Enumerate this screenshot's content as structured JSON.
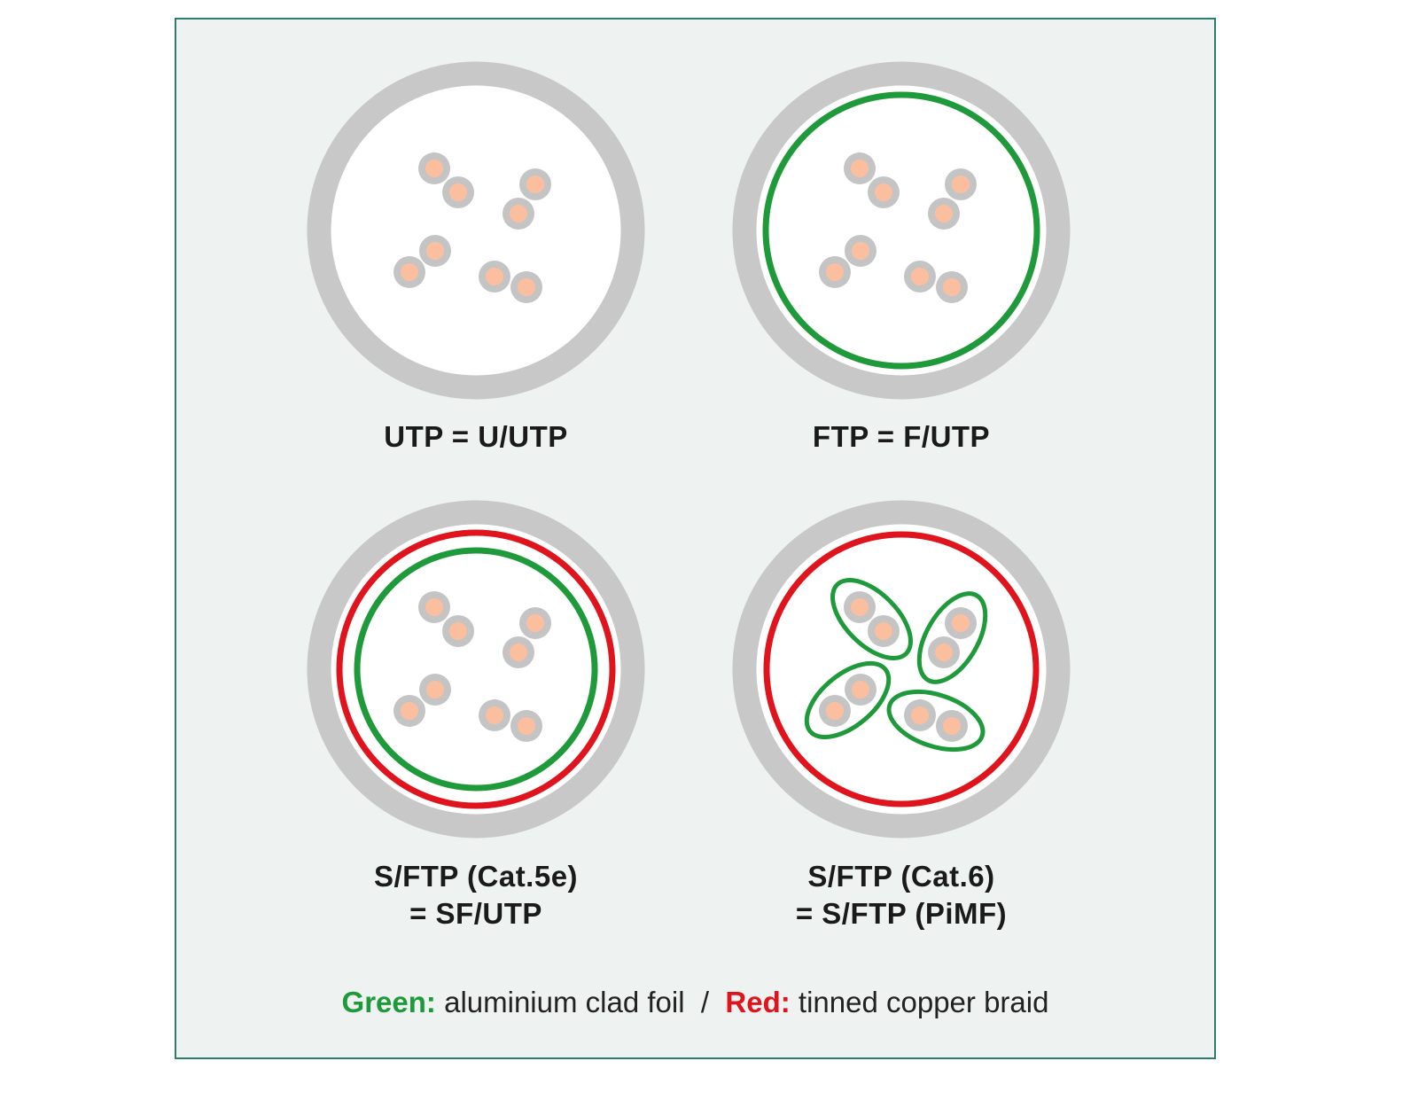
{
  "colors": {
    "jacket": "#c8c8c8",
    "foil": "#1f9a3a",
    "braid": "#e0141c",
    "wire_insulation": "#c4c4c4",
    "wire_core": "#fbbf9f",
    "frame_border": "#2d7d6d",
    "background": "#eef2f1"
  },
  "cables": [
    {
      "label_line1": "UTP = U/UTP",
      "label_line2": "",
      "overall_shields": [],
      "pair_foil": false
    },
    {
      "label_line1": "FTP = F/UTP",
      "label_line2": "",
      "overall_shields": [
        "foil"
      ],
      "pair_foil": false
    },
    {
      "label_line1": "S/FTP (Cat.5e)",
      "label_line2": "= SF/UTP",
      "overall_shields": [
        "braid",
        "foil"
      ],
      "pair_foil": false
    },
    {
      "label_line1": "S/FTP (Cat.6)",
      "label_line2": "= S/FTP (PiMF)",
      "overall_shields": [
        "braid"
      ],
      "pair_foil": true
    }
  ],
  "legend": {
    "green_key": "Green:",
    "green_text": "aluminium clad foil",
    "separator": "/",
    "red_key": "Red:",
    "red_text": "tinned copper braid"
  }
}
